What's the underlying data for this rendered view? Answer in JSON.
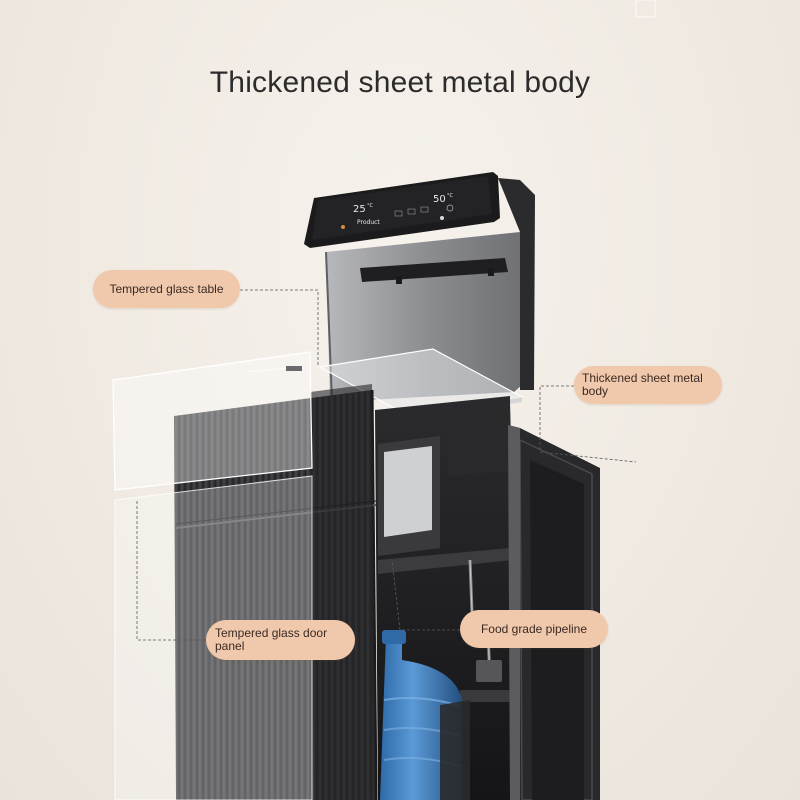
{
  "headline": "Thickened sheet metal body",
  "callouts": {
    "glass_table": "Tempered glass table",
    "sheet_metal": "Thickened sheet metal body",
    "door_panel": "Tempered glass door panel",
    "pipeline": "Food grade pipeline"
  },
  "display": {
    "left_temp": "25",
    "right_temp": "50",
    "center_label": "Product"
  },
  "colors": {
    "background": "#efe9e1",
    "callout_fill": "#f0c9ad",
    "cabinet_dark": "#2d2d30",
    "water_bottle": "#3f7fbf"
  }
}
